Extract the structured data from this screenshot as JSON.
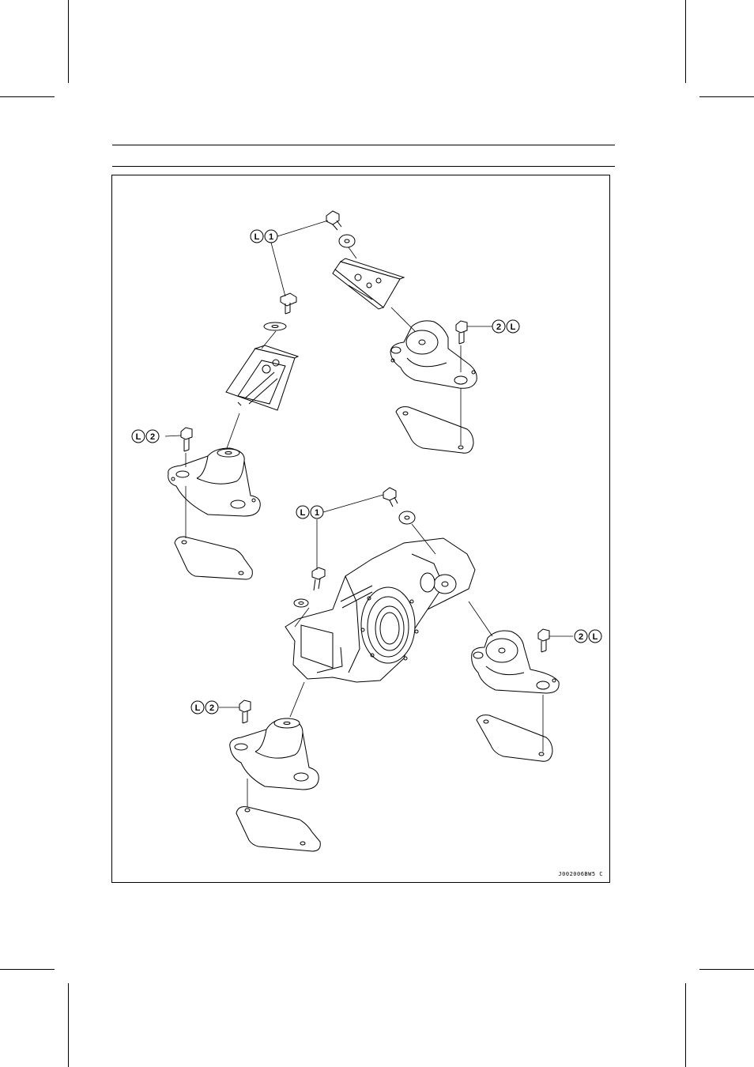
{
  "figure": {
    "code": "J002006BW5 C",
    "callouts": [
      {
        "id": "c1",
        "a": "L",
        "b": "1"
      },
      {
        "id": "c2",
        "a": "2",
        "b": "L"
      },
      {
        "id": "c3",
        "a": "L",
        "b": "2"
      },
      {
        "id": "c4",
        "a": "L",
        "b": "1"
      },
      {
        "id": "c5",
        "a": "2",
        "b": "L"
      },
      {
        "id": "c6",
        "a": "L",
        "b": "2"
      }
    ]
  }
}
